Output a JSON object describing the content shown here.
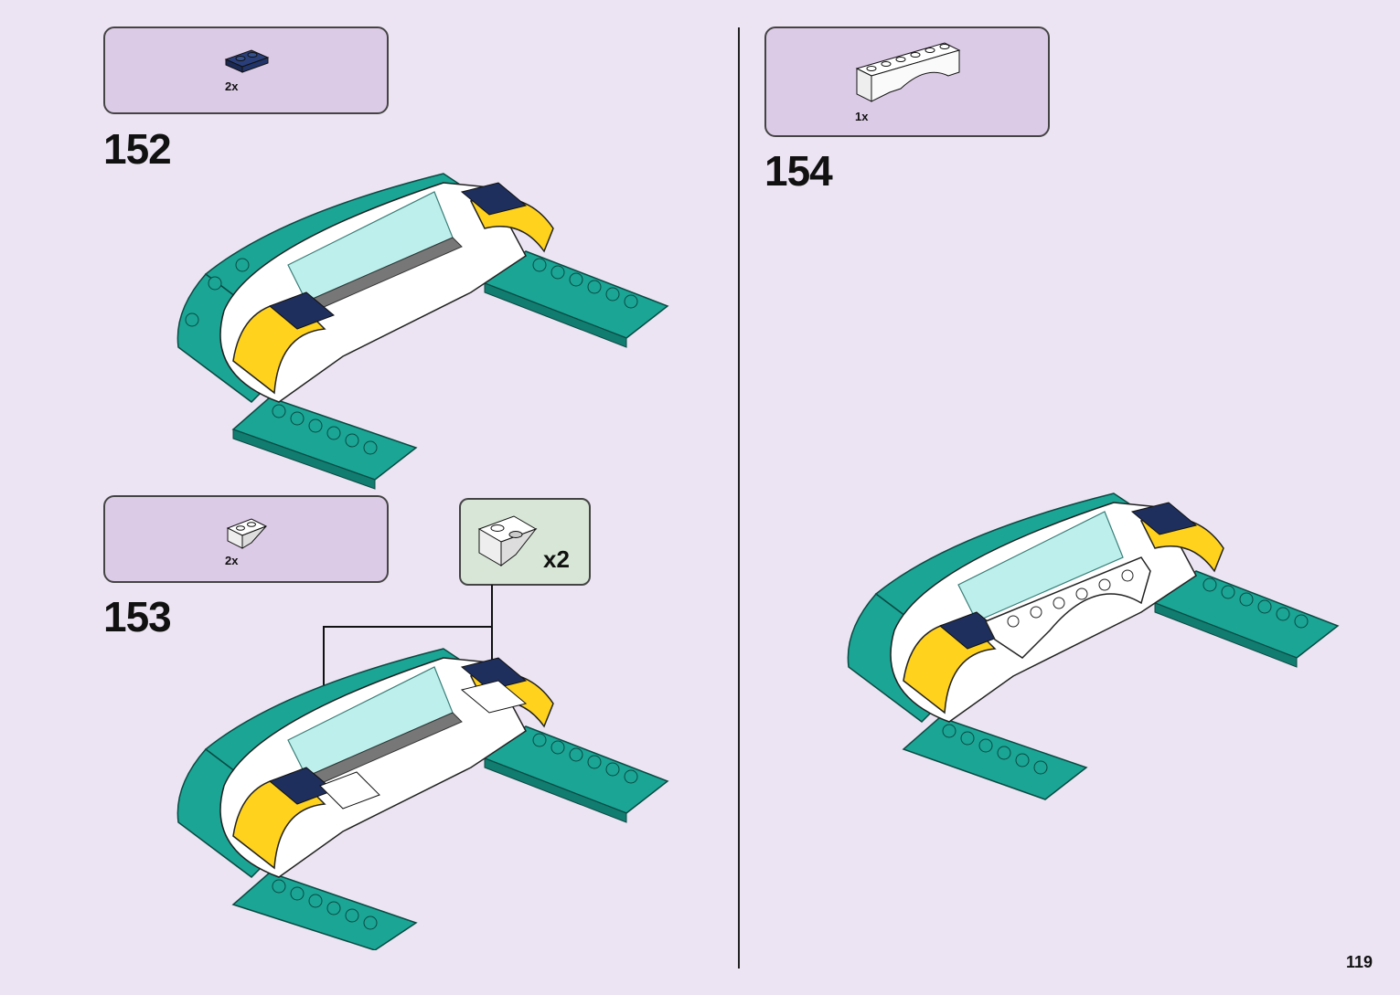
{
  "page": {
    "number": "119"
  },
  "steps": [
    {
      "number": "152",
      "parts": [
        {
          "count": "2x",
          "part": "dark-blue-1x2-plate"
        }
      ]
    },
    {
      "number": "153",
      "parts": [
        {
          "count": "2x",
          "part": "white-1x2-inverted-slope"
        }
      ],
      "callout": {
        "multiplier": "x2"
      }
    },
    {
      "number": "154",
      "parts": [
        {
          "count": "1x",
          "part": "white-1x6-arch"
        }
      ]
    }
  ],
  "colors": {
    "background": "#ece4f2",
    "parts_box": "#dccbe6",
    "callout": "#d7e6d6",
    "teal": "#1aa595",
    "yellow": "#ffd21e",
    "dark_blue": "#1e2f5e",
    "trans_light_blue": "#bdf0ec",
    "white": "#ffffff"
  }
}
